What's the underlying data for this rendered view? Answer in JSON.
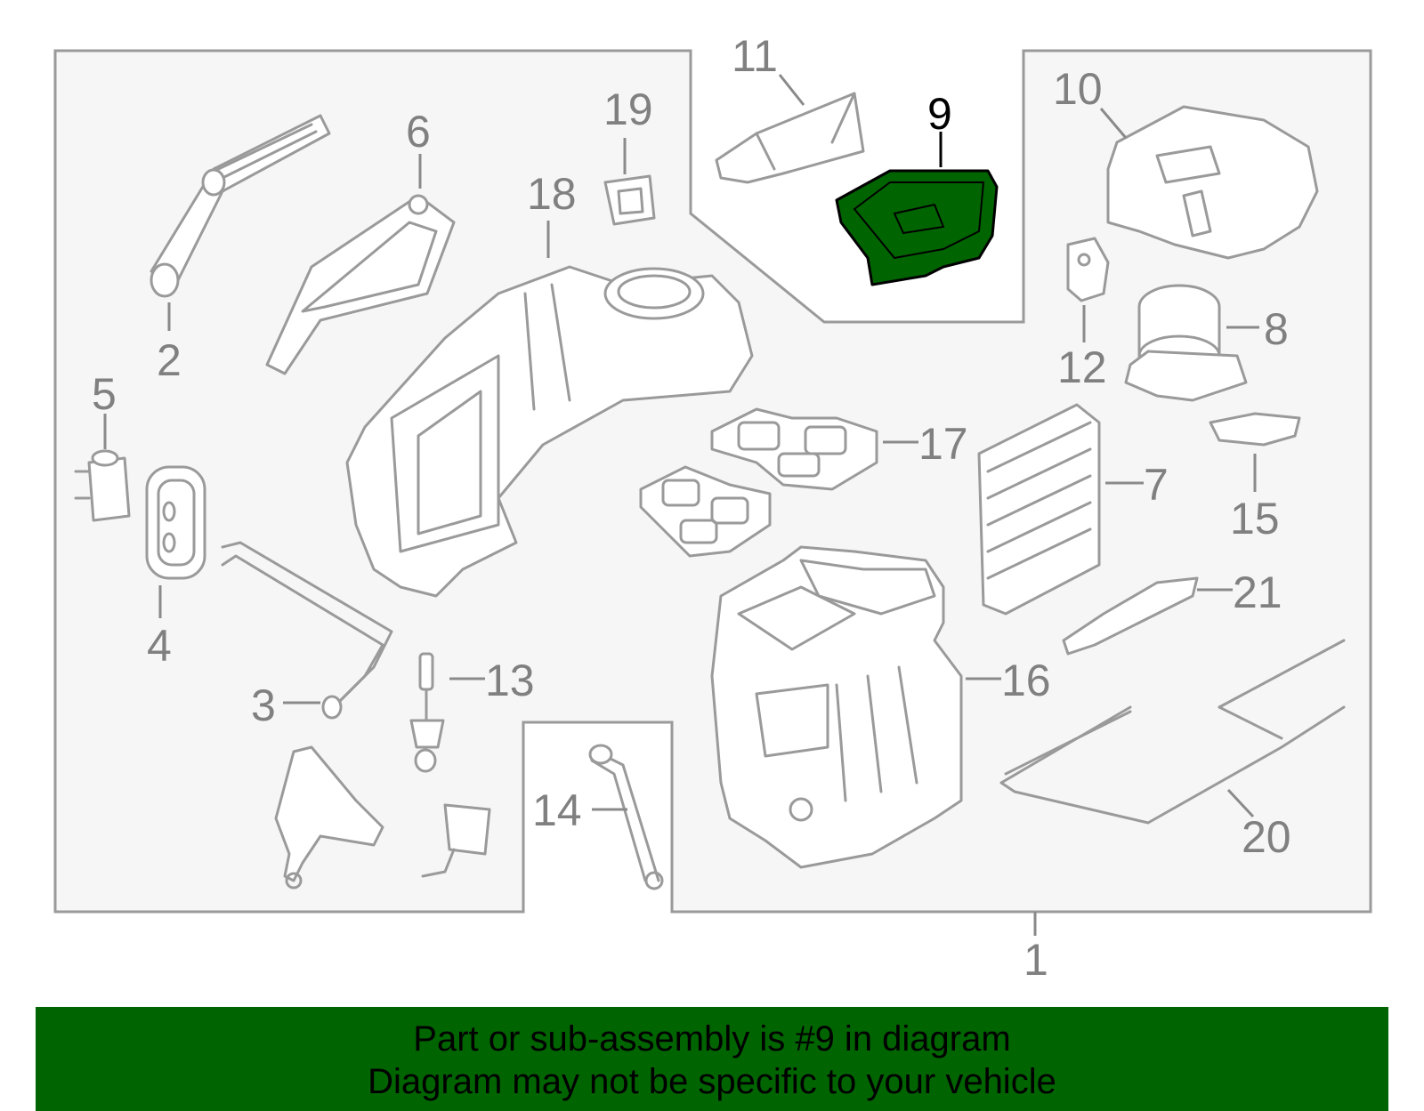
{
  "diagram": {
    "highlight_color": "#006400",
    "outline_color": "#9a9a9a",
    "callouts": [
      "1",
      "2",
      "3",
      "4",
      "5",
      "6",
      "7",
      "8",
      "9",
      "10",
      "11",
      "12",
      "13",
      "14",
      "15",
      "16",
      "17",
      "18",
      "19",
      "20",
      "21"
    ],
    "highlighted_part": "9"
  },
  "banner": {
    "line1": "Part or sub-assembly is #9 in diagram",
    "line2": "Diagram may not be specific to your vehicle",
    "background": "#006400"
  }
}
